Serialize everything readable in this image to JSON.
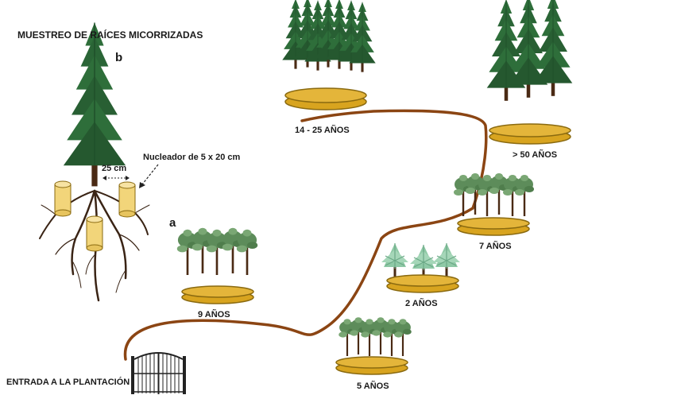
{
  "title": "MUESTREO DE RAÍCES MICORRIZADAS",
  "panel_labels": {
    "a": "a",
    "b": "b"
  },
  "sampling": {
    "distance_label": "25 cm",
    "corer_label": "Nucleador de 5 x 20 cm"
  },
  "entrance_label": "ENTRADA A LA PLANTACIÓN",
  "stands": [
    {
      "id": "stand-2",
      "label": "2 AÑOS"
    },
    {
      "id": "stand-5",
      "label": "5 AÑOS"
    },
    {
      "id": "stand-7",
      "label": "7 AÑOS"
    },
    {
      "id": "stand-9",
      "label": "9 AÑOS"
    },
    {
      "id": "stand-14-25",
      "label": "14 - 25 AÑOS"
    },
    {
      "id": "stand-50",
      "label": "> 50  AÑOS"
    }
  ],
  "colors": {
    "path": "#8b4513",
    "base_fill": "#d8a41f",
    "base_stroke": "#8a6a10",
    "conifer": "#2e6e3a",
    "conifer_dark": "#1f4f2a",
    "trunk": "#4a2a14",
    "young_pine": "#8fc9a6",
    "mid_pine": "#5d8c5a",
    "core": "#f2d57a",
    "roots": "#3a2415",
    "gate": "#222222"
  }
}
